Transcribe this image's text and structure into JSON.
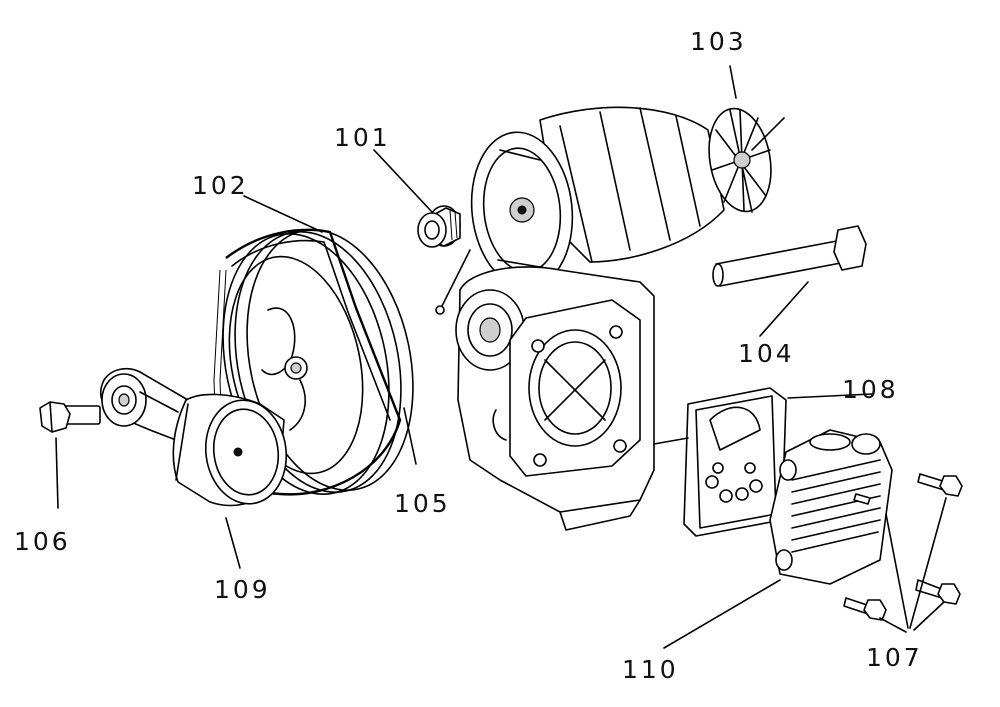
{
  "diagram": {
    "labels": [
      {
        "id": "101",
        "text": "101"
      },
      {
        "id": "102",
        "text": "102"
      },
      {
        "id": "103",
        "text": "103"
      },
      {
        "id": "104",
        "text": "104"
      },
      {
        "id": "105",
        "text": "105"
      },
      {
        "id": "106",
        "text": "106"
      },
      {
        "id": "107",
        "text": "107"
      },
      {
        "id": "108",
        "text": "108"
      },
      {
        "id": "109",
        "text": "109"
      },
      {
        "id": "110",
        "text": "110"
      }
    ]
  }
}
